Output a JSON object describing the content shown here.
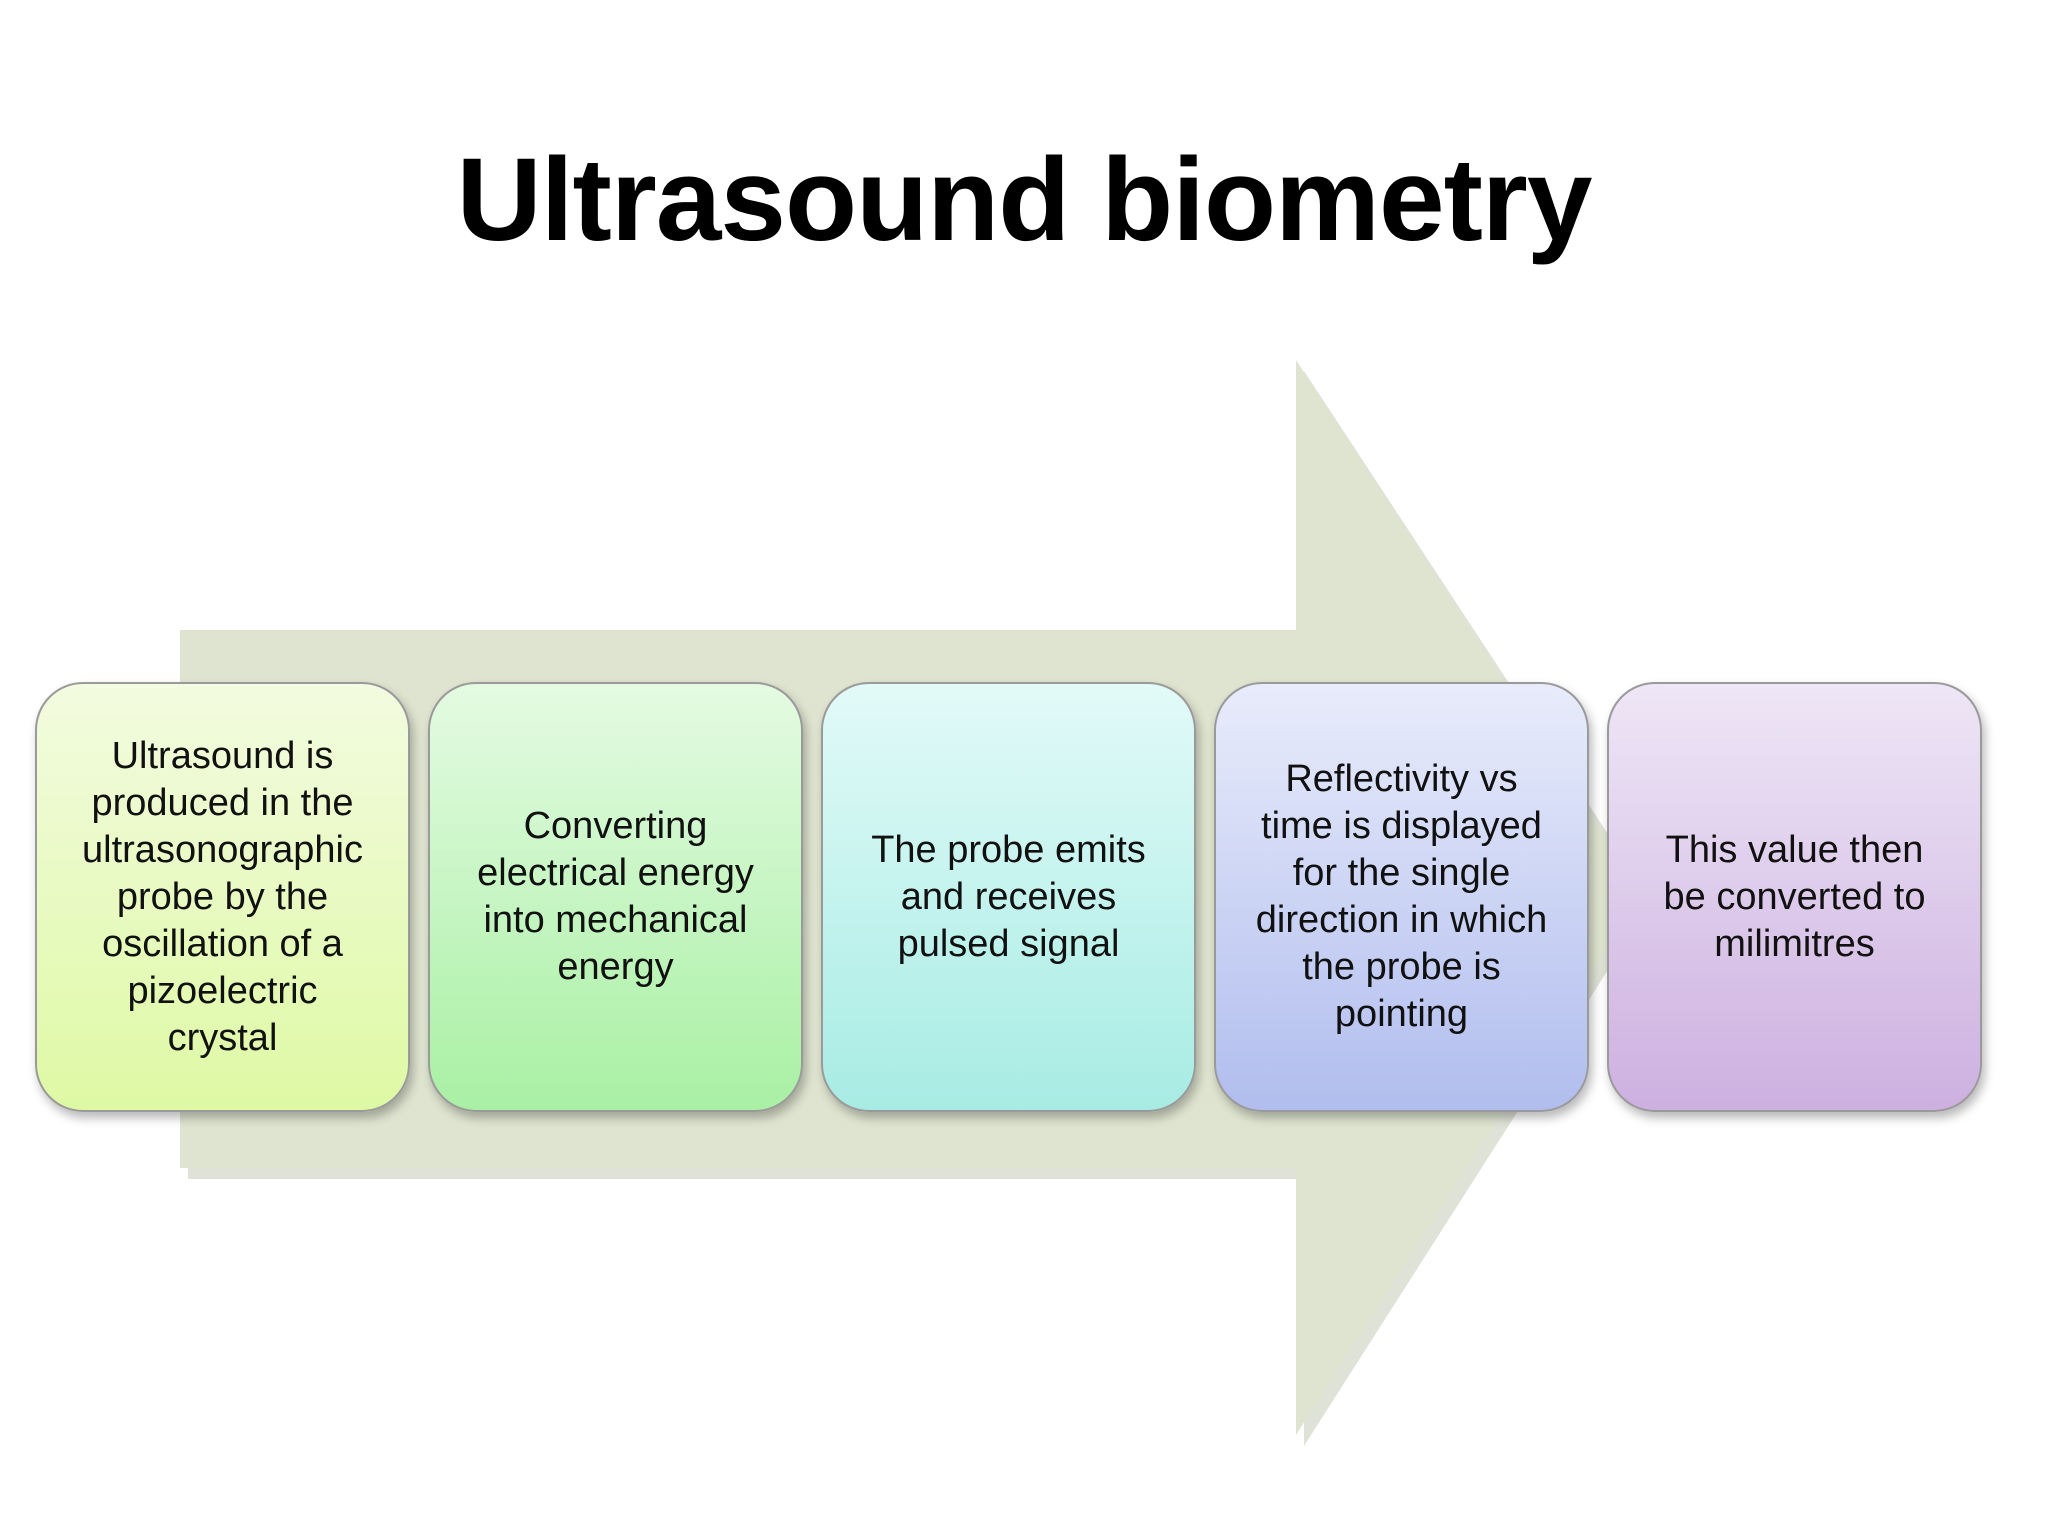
{
  "slide": {
    "title": "Ultrasound biometry"
  },
  "colors": {
    "arrow_fill": "#dfe4d0",
    "arrow_shadow": "#c9cfbb",
    "step_border": "#9a9a9a",
    "step_1": "#def9a4",
    "step_2": "#a9f0a4",
    "step_3": "#a7ece4",
    "step_4": "#b1bdee",
    "step_5": "#cdb0e0"
  },
  "steps": [
    {
      "text": "Ultrasound is\nproduced in the\nultrasonographic\nprobe by the\noscillation of a\npizoelectric\ncrystal"
    },
    {
      "text": "Converting\nelectrical energy\ninto mechanical\nenergy"
    },
    {
      "text": "The probe emits\nand receives\npulsed signal"
    },
    {
      "text": "Reflectivity vs\ntime is displayed\nfor the single\ndirection in which\nthe probe is\npointing"
    },
    {
      "text": "This value then\nbe converted to\nmilimitres"
    }
  ]
}
